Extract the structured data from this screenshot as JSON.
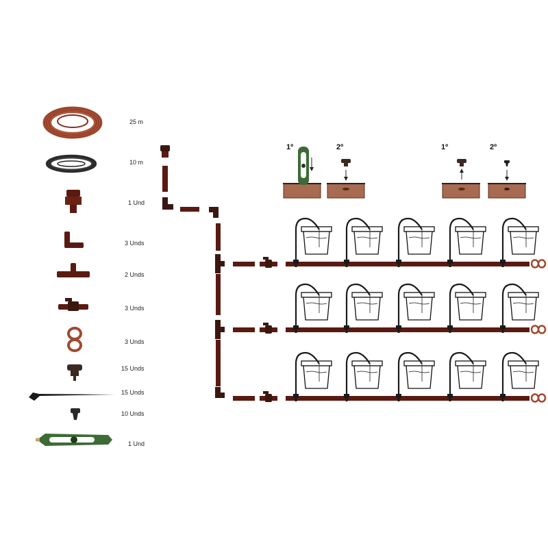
{
  "colors": {
    "pipe": "#5a1a12",
    "pipe_light": "#a0492f",
    "soil": "#a86a50",
    "green": "#3d6b35",
    "dark": "#2b2b2b",
    "dripper": "#3b2a22"
  },
  "kit": [
    {
      "icon": "tubing-coil-25m-icon",
      "qty": "25 m"
    },
    {
      "icon": "tubing-coil-10m-icon",
      "qty": "10 m"
    },
    {
      "icon": "tap-adapter-icon",
      "qty": "1 Und"
    },
    {
      "icon": "elbow-connector-icon",
      "qty": "3 Unds"
    },
    {
      "icon": "tee-connector-icon",
      "qty": "2 Unds"
    },
    {
      "icon": "shutoff-valve-icon",
      "qty": "3 Unds"
    },
    {
      "icon": "end-plug-icon",
      "qty": "3 Unds"
    },
    {
      "icon": "dripper-icon",
      "qty": "15 Unds"
    },
    {
      "icon": "stake-icon",
      "qty": "15 Unds"
    },
    {
      "icon": "hole-plug-icon",
      "qty": "10 Unds"
    },
    {
      "icon": "hole-punch-tool-icon",
      "qty": "1 Und"
    }
  ],
  "steps": {
    "install_first": "1º",
    "install_second": "2º",
    "plug_first": "1º",
    "plug_second": "2º"
  },
  "layout_summary": {
    "rows": 3,
    "pots_per_row": 5
  }
}
